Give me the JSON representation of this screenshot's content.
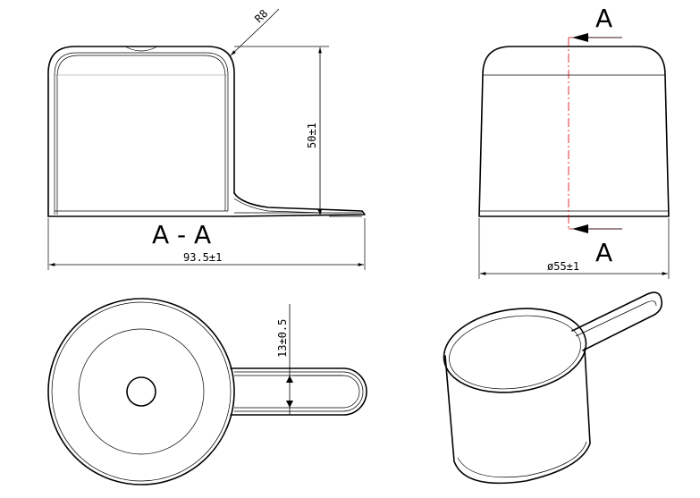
{
  "section_view": {
    "title": "A - A",
    "dim_radius": "R8",
    "dim_height": "50±1",
    "dim_length": "93.5±1"
  },
  "side_view": {
    "section_label_top": "A",
    "section_label_bottom": "A",
    "dim_diameter": "ø55±1",
    "section_line_color": "#d40000"
  },
  "top_view": {
    "dim_handle_width": "13±0.5"
  }
}
